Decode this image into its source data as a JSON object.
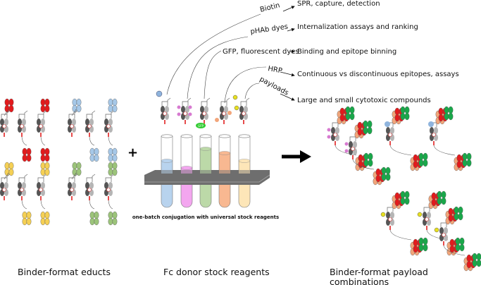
{
  "conjugates": [
    {
      "label": "Biotin",
      "application": "SPR, capture, detection"
    },
    {
      "label": "pHAb dyes",
      "application": "Internalization assays and ranking"
    },
    {
      "label": "GFP, fluorescent dyes",
      "application": "Binding and epitope binning"
    },
    {
      "label": "HRP",
      "application": "Continuous vs discontinuous epitopes, assays"
    },
    {
      "label": "payloads",
      "application": "Large and small cytotoxic compounds"
    }
  ],
  "gfp_tag": "GFP",
  "plus_sign": "+",
  "rack_caption": "one-batch conjugation with universal stock reagents",
  "panels": {
    "left": "Binder-format educts",
    "middle": "Fc donor stock reagents",
    "right_line1": "Binder-format payload",
    "right_line2": "combinations"
  },
  "colors": {
    "binders": [
      "#e31a1c",
      "#a6c8e8",
      "#f5d055",
      "#9cc47a"
    ],
    "tubes": [
      "#b8d3ee",
      "#f3a6ef",
      "#bcd9a8",
      "#f8b891",
      "#fde6b8"
    ],
    "rack": "#6e6e6e",
    "fc_dark": "#555555",
    "fc_light": "#b5b5b5"
  }
}
